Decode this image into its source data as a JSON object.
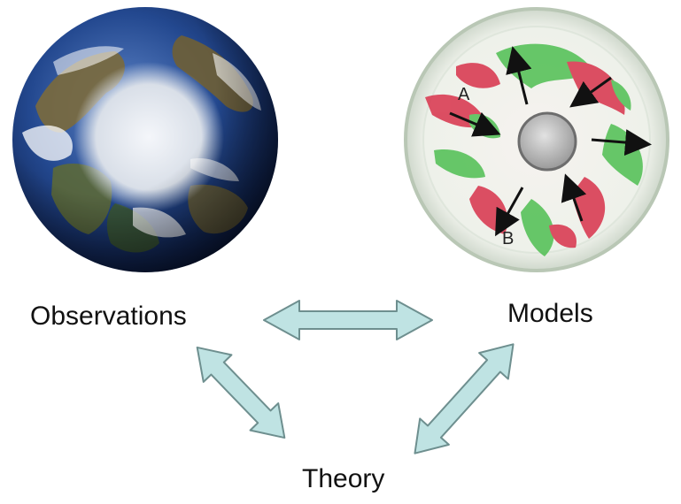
{
  "diagram": {
    "nodes": {
      "observations": "Observations",
      "models": "Models",
      "theory": "Theory"
    },
    "model_markers": [
      "A",
      "B"
    ],
    "images": {
      "observations_image": "earth-globe",
      "models_image": "rotating-tank-experiment"
    },
    "colors": {
      "arrow_fill": "#bfe3e3",
      "arrow_stroke": "#6e8f8f",
      "tank_red": "#d8324b",
      "tank_green": "#4fbf52",
      "ocean": "#1f3f8a",
      "land": "#7b6a3c"
    },
    "connections": [
      {
        "from": "Observations",
        "to": "Models",
        "direction": "both"
      },
      {
        "from": "Observations",
        "to": "Theory",
        "direction": "both"
      },
      {
        "from": "Models",
        "to": "Theory",
        "direction": "both"
      }
    ]
  }
}
